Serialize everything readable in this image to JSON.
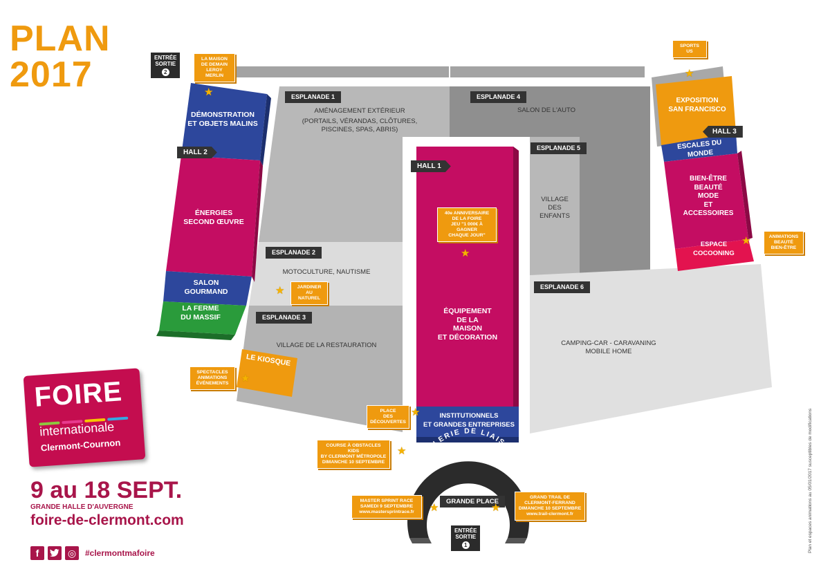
{
  "title": {
    "line1": "PLAN",
    "line2": "2017"
  },
  "colors": {
    "orange": "#ef9a0f",
    "magenta": "#c40d62",
    "blue": "#2d479c",
    "green": "#2a9b3b",
    "red": "#e3134f",
    "dark_gray": "#909090",
    "mid_gray": "#b3b3b3",
    "light_gray": "#dcdcdc"
  },
  "exits": {
    "exit2": {
      "line1": "ENTRÉE",
      "line2": "SORTIE",
      "number": "2"
    },
    "exit1": {
      "line1": "ENTRÉE",
      "line2": "SORTIE",
      "number": "1"
    }
  },
  "esplanades": {
    "e1": "ESPLANADE 1",
    "e2": "ESPLANADE 2",
    "e3": "ESPLANADE 3",
    "e4": "ESPLANADE 4",
    "e5": "ESPLANADE 5",
    "e6": "ESPLANADE 6"
  },
  "halls": {
    "h1": "HALL 1",
    "h2": "HALL 2",
    "h3": "HALL 3"
  },
  "zones": {
    "amenagement_title": "AMÉNAGEMENT EXTÉRIEUR",
    "amenagement_line2": "(PORTAILS, VÉRANDAS, CLÔTURES,",
    "amenagement_line3": "PISCINES, SPAS, ABRIS)",
    "salon_auto": "SALON DE L'AUTO",
    "village_enfants_1": "VILLAGE",
    "village_enfants_2": "DES",
    "village_enfants_3": "ENFANTS",
    "motoculture": "MOTOCULTURE, NAUTISME",
    "village_restauration": "VILLAGE DE LA RESTAURATION",
    "camping_1": "CAMPING-CAR - CARAVANING",
    "camping_2": "MOBILE HOME"
  },
  "hall_zones": {
    "demo_1": "DÉMONSTRATION",
    "demo_2": "ET OBJETS MALINS",
    "energies_1": "ÉNERGIES",
    "energies_2": "SECOND ŒUVRE",
    "gourmand_1": "SALON",
    "gourmand_2": "GOURMAND",
    "ferme_1": "LA FERME",
    "ferme_2": "DU MASSIF",
    "kiosque": "LE KIOSQUE",
    "equipement_1": "ÉQUIPEMENT",
    "equipement_2": "DE LA",
    "equipement_3": "MAISON",
    "equipement_4": "ET DÉCORATION",
    "institutionnels_1": "INSTITUTIONNELS",
    "institutionnels_2": "ET GRANDES ENTREPRISES",
    "expo_1": "EXPOSITION",
    "expo_2": "SAN FRANCISCO",
    "escales": "ESCALES DU MONDE",
    "bienetre_1": "BIEN-ÊTRE",
    "bienetre_2": "BEAUTÉ",
    "bienetre_3": "MODE",
    "bienetre_4": "ET",
    "bienetre_5": "ACCESSOIRES",
    "cocooning_1": "ESPACE",
    "cocooning_2": "COCOONING",
    "galerie": "GALERIE DE LIAISON",
    "grande_place": "GRANDE PLACE"
  },
  "callouts": {
    "leroy_1": "LA MAISON",
    "leroy_2": "DE DEMAIN",
    "leroy_3": "LEROY MERLIN",
    "sports_1": "SPORTS",
    "sports_2": "US",
    "anniv_1": "40e ANNIVERSAIRE",
    "anniv_2": "DE LA FOIRE",
    "anniv_3": "JEU \"1 000€ À GAGNER",
    "anniv_4": "CHAQUE JOUR\"",
    "jardiner_1": "JARDINER",
    "jardiner_2": "AU",
    "jardiner_3": "NATUREL",
    "spectacles_1": "SPECTACLES",
    "spectacles_2": "ANIMATIONS",
    "spectacles_3": "ÉVÉNEMENTS",
    "animbeaute_1": "ANIMATIONS",
    "animbeaute_2": "BEAUTÉ",
    "animbeaute_3": "BIEN-ÊTRE",
    "decouvertes_1": "PLACE",
    "decouvertes_2": "DES",
    "decouvertes_3": "DÉCOUVERTES",
    "kids_1": "COURSE À OBSTACLES KIDS",
    "kids_2": "BY CLERMONT MÉTROPOLE",
    "kids_3": "DIMANCHE 10 SEPTEMBRE",
    "sprint_1": "MASTER SPRINT RACE",
    "sprint_2": "SAMEDI 9 SEPTEMBRE",
    "sprint_3": "www.mastersprintrace.fr",
    "trail_1": "GRAND TRAIL DE",
    "trail_2": "CLERMONT-FERRAND",
    "trail_3": "DIMANCHE 10 SEPTEMBRE",
    "trail_4": "www.trail-clermont.fr"
  },
  "logo": {
    "foire": "FOIRE",
    "internationale": "internationale",
    "city": "Clermont-Cournon"
  },
  "footer": {
    "dates": "9 au 18 SEPT.",
    "venue": "GRANDE HALLE D'AUVERGNE",
    "site": "foire-de-clermont.com",
    "hashtag": "#clermontmafoire",
    "facebook": "f",
    "instagram": "◎"
  },
  "side_note": "Plan et espaces animations au 05/01/2017 susceptibles de modifications"
}
